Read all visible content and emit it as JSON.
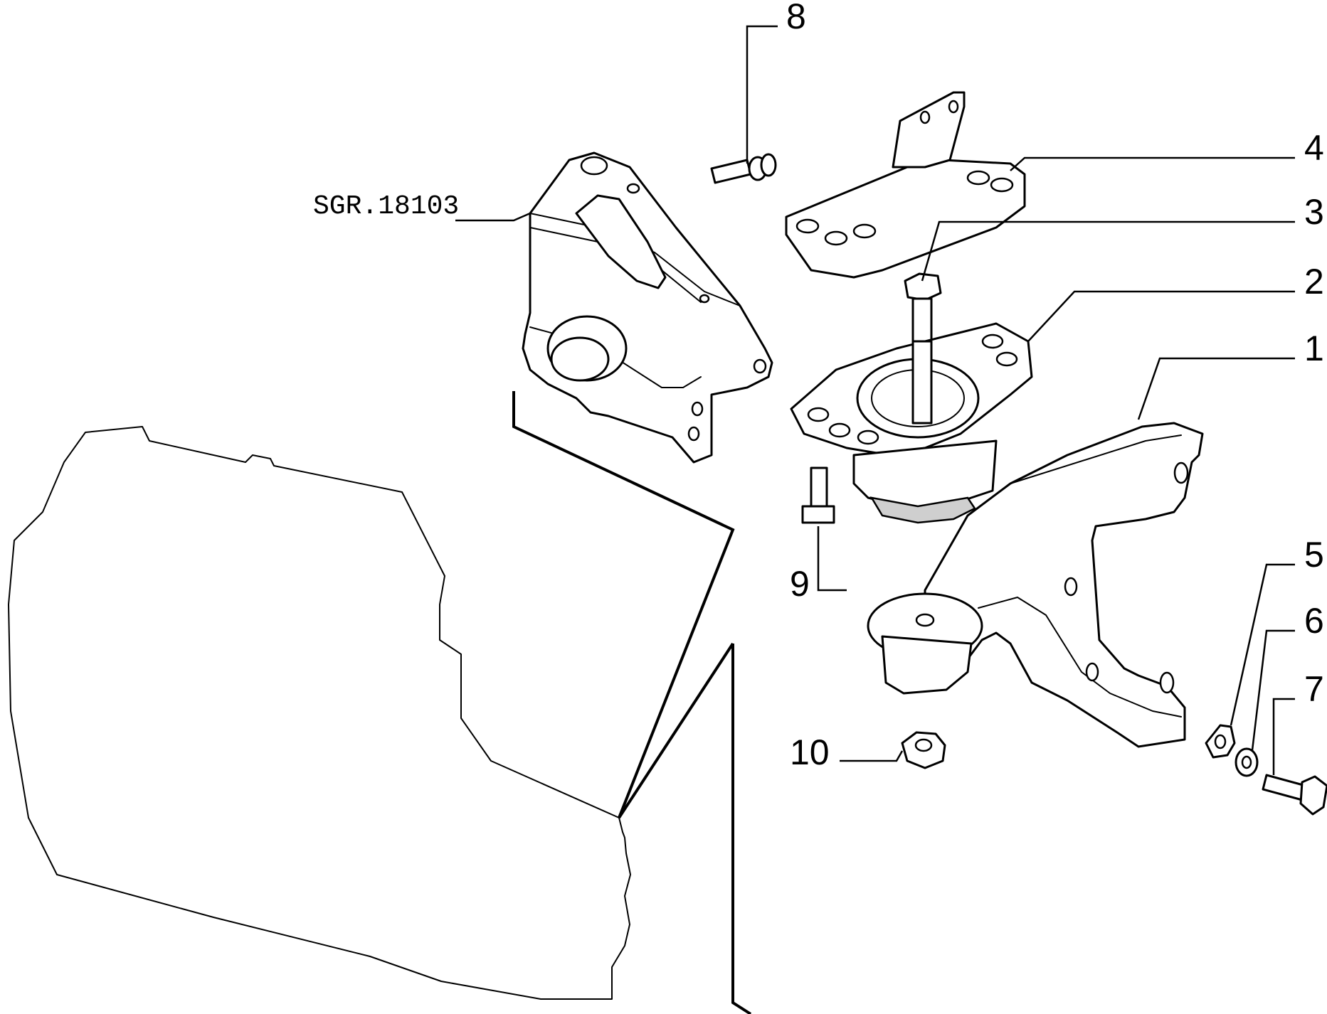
{
  "reference_label": "SGR.18103",
  "callouts": {
    "c1": "1",
    "c2": "2",
    "c3": "3",
    "c4": "4",
    "c5": "5",
    "c6": "6",
    "c7": "7",
    "c8": "8",
    "c9": "9",
    "c10": "10"
  }
}
